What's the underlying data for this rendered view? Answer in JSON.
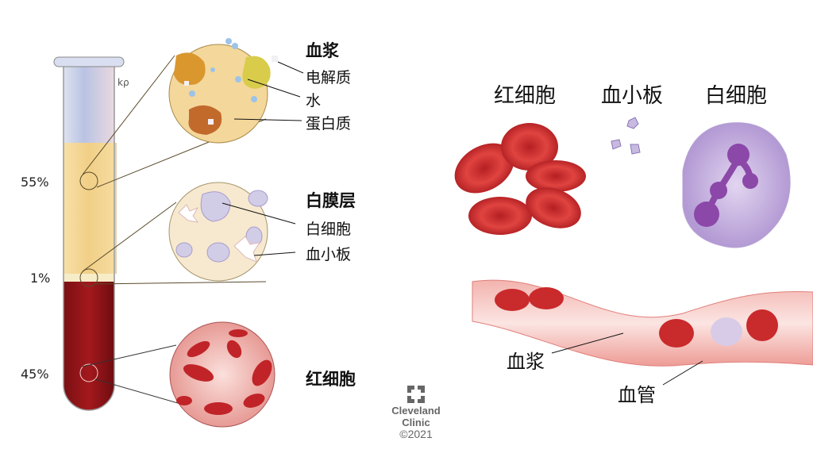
{
  "tube": {
    "percentages": {
      "plasma": "55%",
      "buffy_coat": "1%",
      "red_cells": "45%"
    },
    "tube_mark": "kρ"
  },
  "plasma_callout": {
    "title": "血浆",
    "items": [
      "电解质",
      "水",
      "蛋白质"
    ]
  },
  "buffy_callout": {
    "title": "白膜层",
    "items": [
      "白细胞",
      "血小板"
    ]
  },
  "red_callout": {
    "title": "红细胞"
  },
  "cell_types": {
    "red": "红细胞",
    "platelet": "血小板",
    "white": "白细胞"
  },
  "vessel": {
    "plasma_label": "血浆",
    "vessel_label": "血管"
  },
  "logo": {
    "name_line1": "Cleveland",
    "name_line2": "Clinic",
    "copyright": "©2021"
  },
  "colors": {
    "plasma": "#f3d48f",
    "blood": "#8e1418",
    "rbc": "#d2312e",
    "wbc": "#b79ad6",
    "vessel": "#f2a7a2"
  }
}
